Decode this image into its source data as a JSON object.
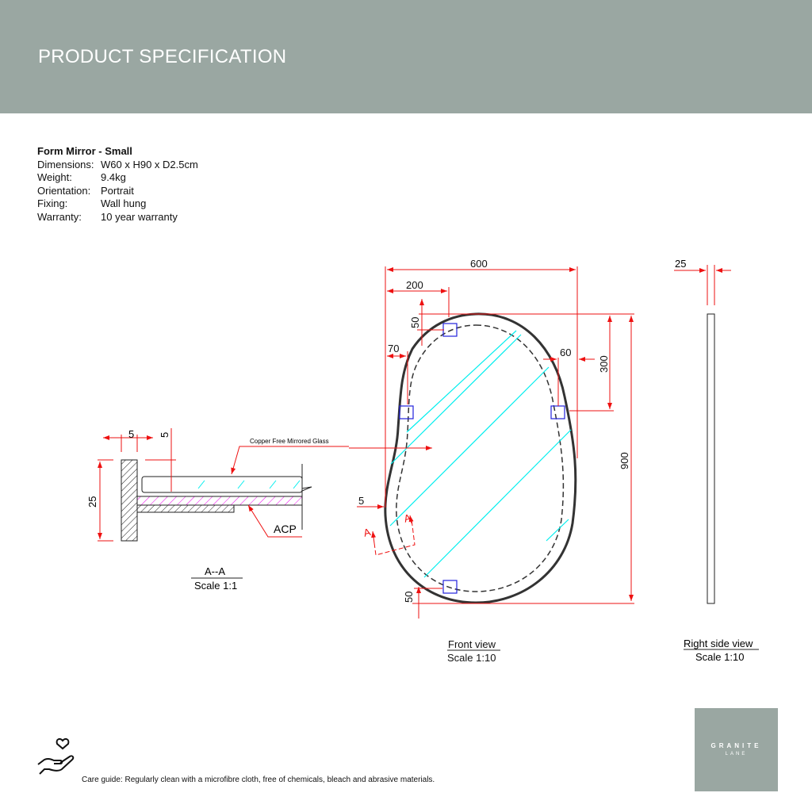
{
  "header": {
    "title": "PRODUCT SPECIFICATION"
  },
  "spec": {
    "product": "Form Mirror - Small",
    "rows": [
      {
        "label": "Dimensions:",
        "value": "W60 x H90 x D2.5cm"
      },
      {
        "label": "Weight:",
        "value": "9.4kg"
      },
      {
        "label": "Orientation:",
        "value": "Portrait"
      },
      {
        "label": "Fixing:",
        "value": "Wall hung"
      },
      {
        "label": "Warranty:",
        "value": "10 year warranty"
      }
    ]
  },
  "section": {
    "dim_5a": "5",
    "dim_5b": "5",
    "dim_25": "25",
    "glass_label": "Copper Free Mirrored Glass",
    "acp_label": "ACP",
    "title": "A--A",
    "scale": "Scale 1:1"
  },
  "front": {
    "dim_600": "600",
    "dim_200": "200",
    "dim_50_top": "50",
    "dim_70": "70",
    "dim_60": "60",
    "dim_300": "300",
    "dim_900": "900",
    "dim_5": "5",
    "dim_50_bottom": "50",
    "section_mark": "A",
    "title": "Front view",
    "scale": "Scale 1:10"
  },
  "side": {
    "dim_25": "25",
    "title": "Right side view",
    "scale": "Scale 1:10"
  },
  "care": {
    "text": "Care guide:  Regularly clean with a microfibre cloth, free of chemicals, bleach and abrasive materials."
  },
  "logo": {
    "line1": "GRANITE",
    "line2": "LANE"
  },
  "colors": {
    "header": "#9aa7a2",
    "dim": "#ee1111",
    "glass": "#00e5ee",
    "acp": "#ee00ee",
    "bracket": "#2222dd"
  }
}
